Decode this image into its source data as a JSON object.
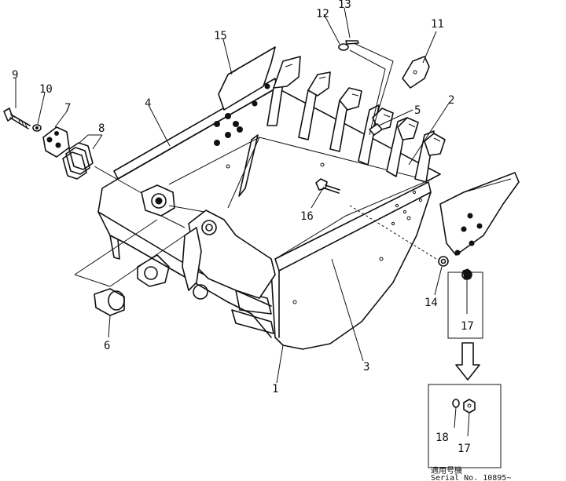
{
  "diagram": {
    "callouts": [
      {
        "id": "c1",
        "label": "1"
      },
      {
        "id": "c2",
        "label": "2"
      },
      {
        "id": "c3",
        "label": "3"
      },
      {
        "id": "c4",
        "label": "4"
      },
      {
        "id": "c5",
        "label": "5"
      },
      {
        "id": "c6",
        "label": "6"
      },
      {
        "id": "c7",
        "label": "7"
      },
      {
        "id": "c8",
        "label": "8"
      },
      {
        "id": "c9",
        "label": "9"
      },
      {
        "id": "c10",
        "label": "10"
      },
      {
        "id": "c11",
        "label": "11"
      },
      {
        "id": "c12",
        "label": "12"
      },
      {
        "id": "c13",
        "label": "13"
      },
      {
        "id": "c14",
        "label": "14"
      },
      {
        "id": "c15",
        "label": "15"
      },
      {
        "id": "c16",
        "label": "16"
      },
      {
        "id": "c17a",
        "label": "17"
      },
      {
        "id": "c17b",
        "label": "17"
      },
      {
        "id": "c18",
        "label": "18"
      }
    ],
    "serial_note": {
      "line1": "適用号機",
      "line2": "Serial No. 10895~"
    }
  }
}
